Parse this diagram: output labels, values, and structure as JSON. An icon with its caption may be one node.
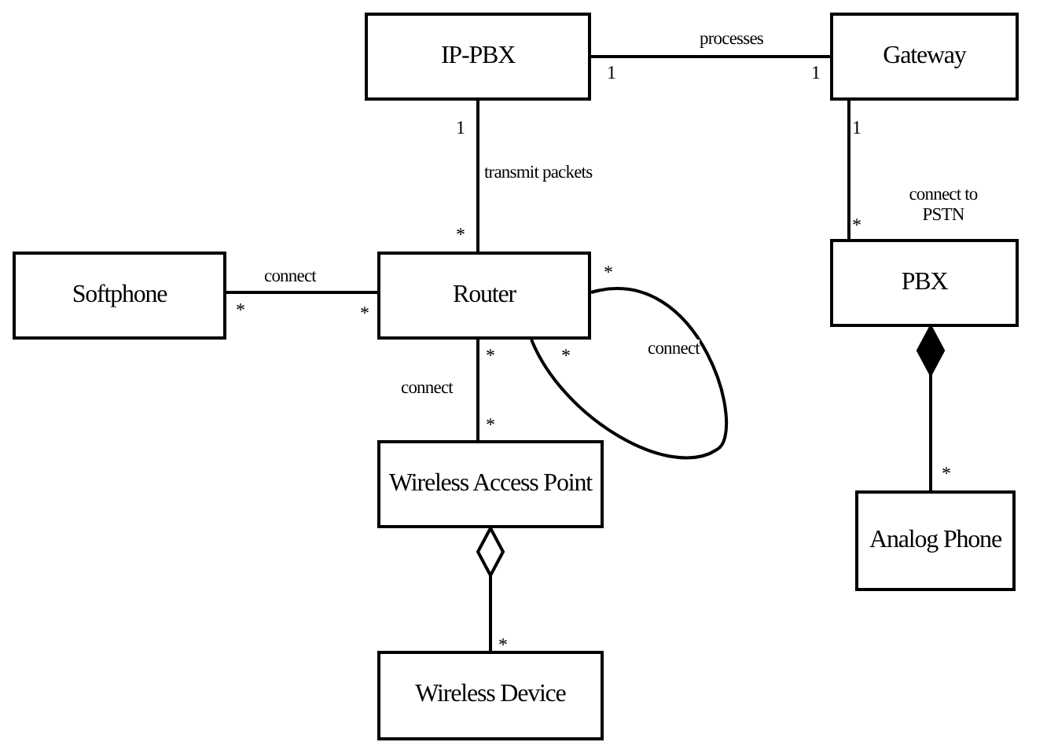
{
  "diagram": {
    "nodes": [
      {
        "text": [
          "IP-PBX"
        ]
      },
      {
        "text": [
          "Gateway"
        ]
      },
      {
        "text": [
          "Softphone"
        ]
      },
      {
        "text": [
          "Router"
        ]
      },
      {
        "text": [
          "PBX"
        ]
      },
      {
        "text": [
          "Wireless Access Point"
        ]
      },
      {
        "text": [
          "Analog Phone"
        ]
      },
      {
        "text": [
          "Wireless Device"
        ]
      }
    ],
    "edges": [
      {
        "from": 0,
        "to": 1,
        "arrow": "none",
        "label": "processes"
      },
      {
        "from": 0,
        "to": 3,
        "arrow": "none",
        "label": "transmit packets"
      },
      {
        "from": 1,
        "to": 4,
        "arrow": "none",
        "label": "connect to PSTN"
      },
      {
        "from": 2,
        "to": 3,
        "arrow": "none",
        "label": "connect"
      },
      {
        "from": 3,
        "to": 3,
        "arrow": "none",
        "label": "connect"
      },
      {
        "from": 3,
        "to": 5,
        "arrow": "none",
        "label": "connect"
      },
      {
        "from": 4,
        "to": 6,
        "arrow": "other"
      },
      {
        "from": 5,
        "to": 7,
        "arrow": "other"
      }
    ],
    "labels": [
      "1",
      "1",
      "1",
      "1",
      "*",
      "*",
      "*",
      "*",
      "*",
      "*",
      "*",
      "*",
      "*",
      "*"
    ]
  }
}
